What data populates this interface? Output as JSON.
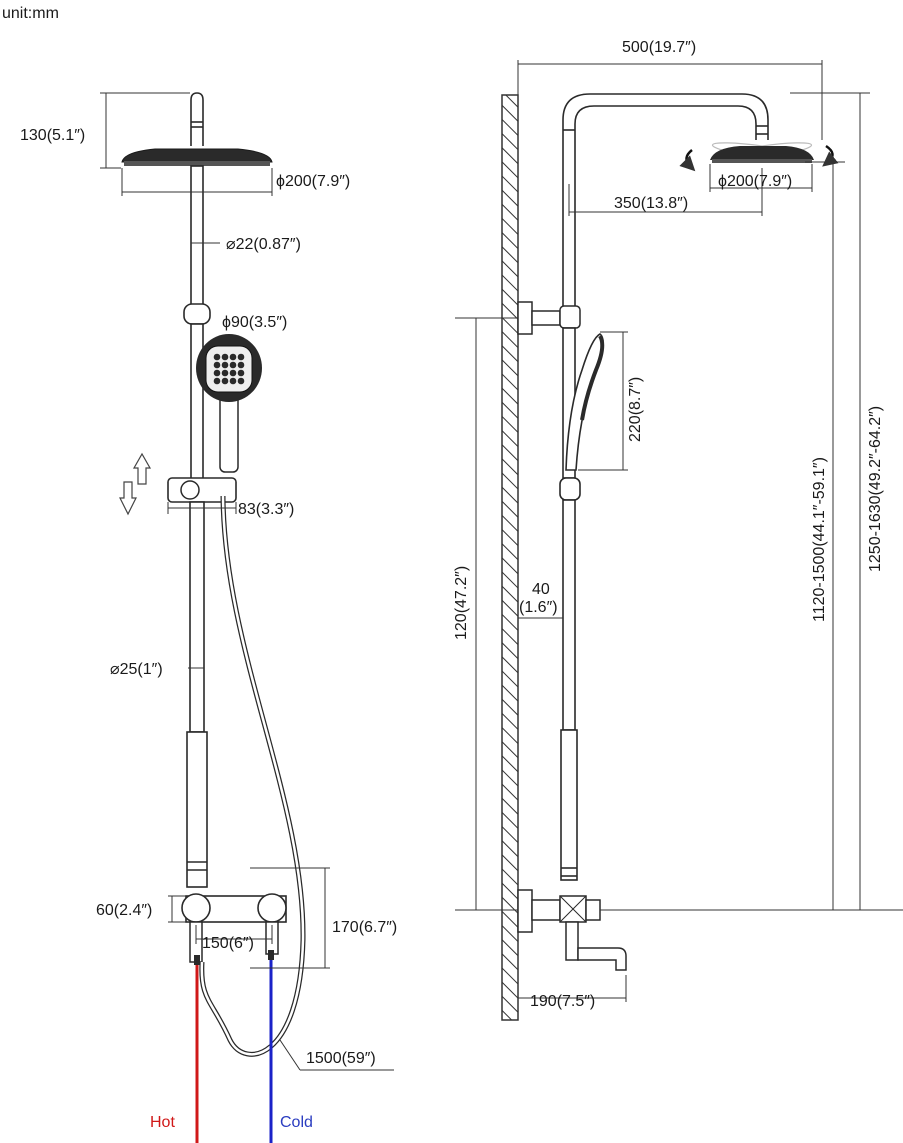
{
  "unit_label": "unit:mm",
  "front_view": {
    "head_height": "130(5.1″)",
    "head_diameter": "ϕ200(7.9″)",
    "upper_pipe_diameter": "⌀22(0.87″)",
    "hand_shower_diameter": "ϕ90(3.5″)",
    "slider_width": "83(3.3″)",
    "lower_pipe_diameter": "⌀25(1″)",
    "valve_height": "60(2.4″)",
    "inlet_spacing": "150(6″)",
    "valve_total_height": "170(6.7″)",
    "hose_length": "1500(59″)",
    "hot_label": "Hot",
    "cold_label": "Cold"
  },
  "side_view": {
    "arm_length": "500(19.7″)",
    "head_diameter": "ϕ200(7.9″)",
    "head_offset": "350(13.8″)",
    "hand_shower_length": "220(8.7″)",
    "bracket_height": "120(47.2″)",
    "wall_gap_value": "40",
    "wall_gap_inch": "(1.6″)",
    "height_range_1": "1120-1500(44.1″-59.1″)",
    "height_range_2": "1250-1630(49.2″-64.2″)",
    "spout_length": "190(7.5″)"
  },
  "colors": {
    "hot_line": "#d01818",
    "cold_line": "#1a22c8",
    "hot_text": "#d01818",
    "cold_text": "#2a3cc0"
  }
}
